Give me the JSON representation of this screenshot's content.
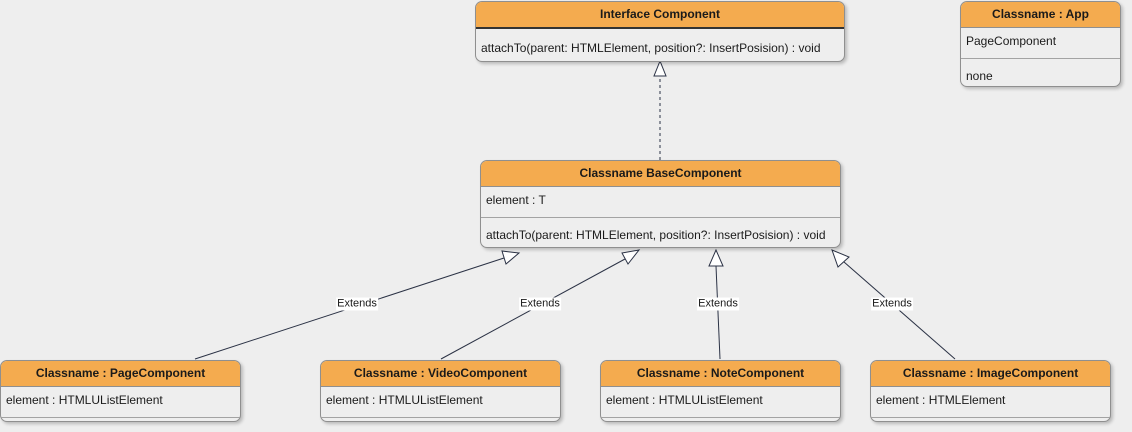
{
  "classes": {
    "component": {
      "title": "Interface Component",
      "methods": [
        "attachTo(parent: HTMLElement, position?: InsertPosision) : void"
      ]
    },
    "app": {
      "title": "Classname : App",
      "fields": [
        "PageComponent"
      ],
      "methods": [
        "none"
      ]
    },
    "base": {
      "title": "Classname BaseComponent",
      "fields": [
        "element : T"
      ],
      "methods": [
        "attachTo(parent: HTMLElement, position?: InsertPosision) : void"
      ]
    },
    "page": {
      "title": "Classname : PageComponent",
      "fields": [
        "element : HTMLUListElement"
      ]
    },
    "video": {
      "title": "Classname : VideoComponent",
      "fields": [
        "element : HTMLUListElement"
      ]
    },
    "note": {
      "title": "Classname : NoteComponent",
      "fields": [
        "element : HTMLUListElement"
      ]
    },
    "image": {
      "title": "Classname : ImageComponent",
      "fields": [
        "element : HTMLElement"
      ]
    }
  },
  "edges": {
    "page_label": "Extends",
    "video_label": "Extends",
    "note_label": "Extends",
    "image_label": "Extends"
  },
  "colors": {
    "header_fill": "#f4ab4f",
    "border": "#8f8f8f",
    "background": "#eeeeee",
    "line": "#2b3245"
  }
}
